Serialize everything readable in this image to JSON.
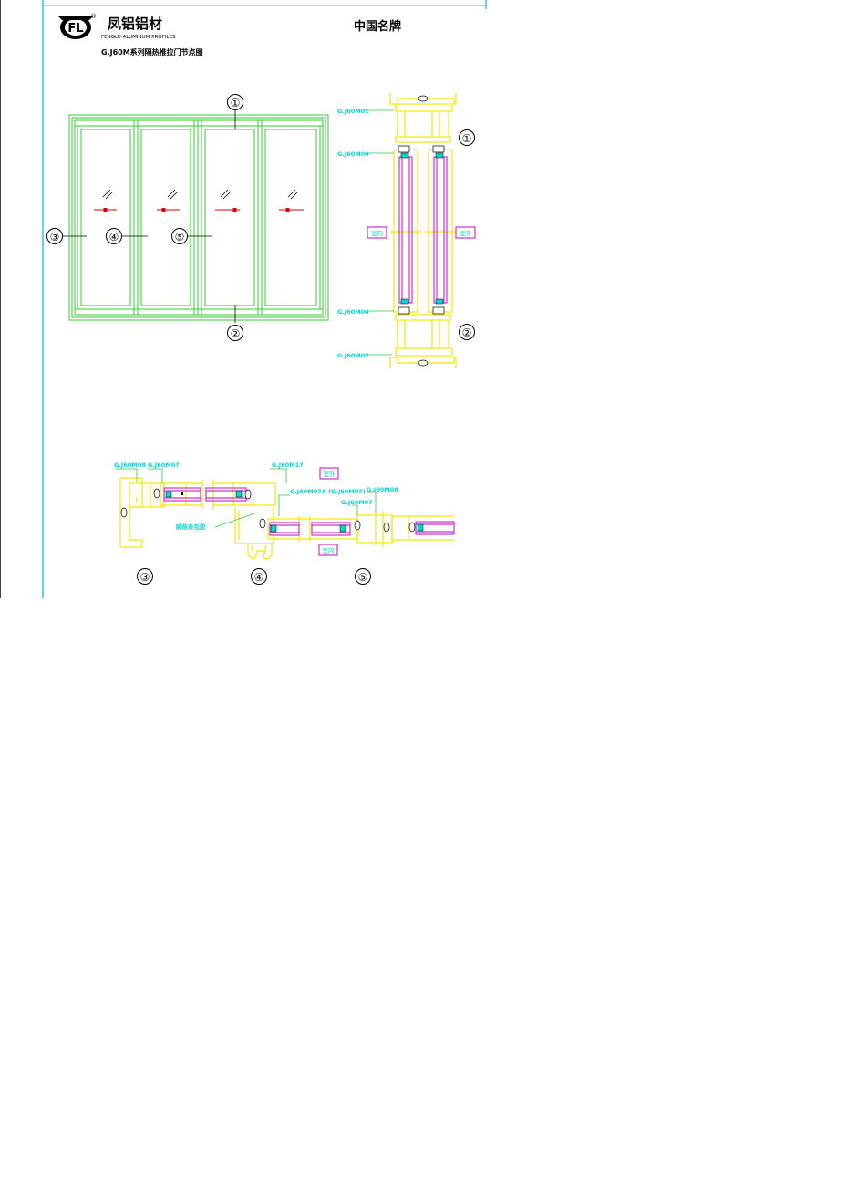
{
  "header": {
    "brand_cn": "凤铝铝材",
    "brand_en": "FENGLU ALUMINUM PROFILES",
    "registered_mark": "®",
    "drawing_title": "G.J60M系列隔热推拉门节点图",
    "right_title": "中国名牌"
  },
  "elevation": {
    "markers": [
      "①",
      "②",
      "③",
      "④",
      "⑤"
    ]
  },
  "vertical_section": {
    "codes": [
      "G.J60M01",
      "G.J60M04",
      "G.J60M04",
      "G.J60M02"
    ],
    "marker_top": "①",
    "marker_bottom": "②",
    "indoor_label": "室内",
    "outdoor_label": "室外"
  },
  "horizontal_section": {
    "codes": {
      "c1": "G.J60M08",
      "c2": "G.J60M07",
      "c3": "G.J60M17",
      "c4": "G.J60M07A (G.J60M07)",
      "c5": "G.J60M07",
      "c6": "G.J60M08"
    },
    "note": "隔热条包胶",
    "top_badge": "室外",
    "bottom_badge": "室内",
    "markers": [
      "③",
      "④",
      "⑤"
    ]
  },
  "colors": {
    "frame_green": "#33cc33",
    "profile_yellow": "#f5e800",
    "code_cyan": "#00d6d6",
    "glass_magenta": "#cc33cc",
    "handle_red": "#e00000",
    "border_cyan": "#33cccc",
    "line_black": "#000000"
  }
}
